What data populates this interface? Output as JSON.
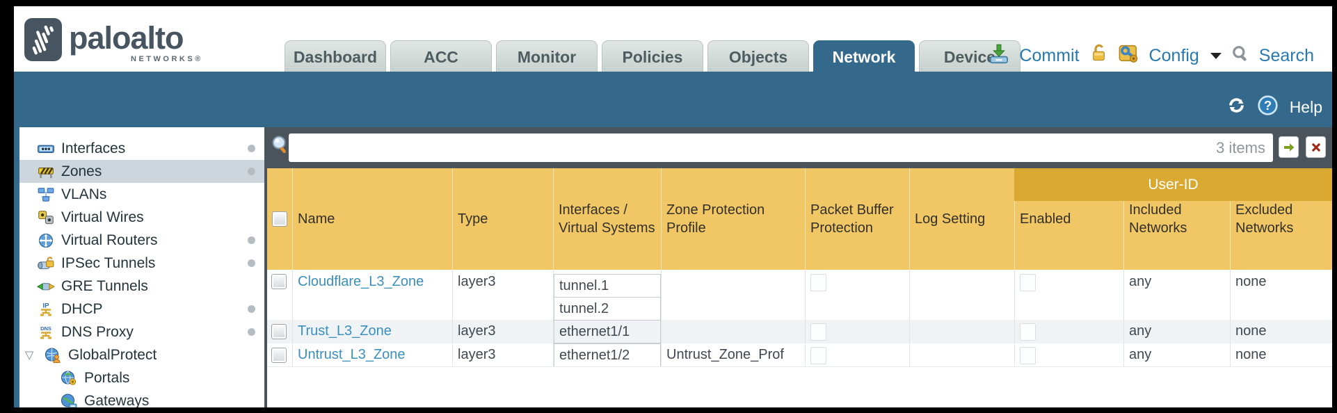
{
  "brand": {
    "logo_text": "paloalto",
    "logo_sub": "NETWORKS®"
  },
  "tabs": [
    {
      "label": "Dashboard",
      "active": false
    },
    {
      "label": "ACC",
      "active": false
    },
    {
      "label": "Monitor",
      "active": false
    },
    {
      "label": "Policies",
      "active": false
    },
    {
      "label": "Objects",
      "active": false
    },
    {
      "label": "Network",
      "active": true
    },
    {
      "label": "Device",
      "active": false
    }
  ],
  "header_actions": {
    "commit": "Commit",
    "config": "Config",
    "search": "Search"
  },
  "band": {
    "help": "Help"
  },
  "filter_bar": {
    "value": "",
    "items_count": "3 items"
  },
  "sidebar": [
    {
      "label": "Interfaces",
      "icon": "interfaces-icon",
      "dot": true
    },
    {
      "label": "Zones",
      "icon": "zones-icon",
      "dot": true,
      "selected": true
    },
    {
      "label": "VLANs",
      "icon": "vlans-icon"
    },
    {
      "label": "Virtual Wires",
      "icon": "virtual-wires-icon"
    },
    {
      "label": "Virtual Routers",
      "icon": "virtual-routers-icon",
      "dot": true
    },
    {
      "label": "IPSec Tunnels",
      "icon": "ipsec-tunnels-icon",
      "dot": true
    },
    {
      "label": "GRE Tunnels",
      "icon": "gre-tunnels-icon"
    },
    {
      "label": "DHCP",
      "icon": "dhcp-icon",
      "dot": true
    },
    {
      "label": "DNS Proxy",
      "icon": "dns-proxy-icon",
      "dot": true
    },
    {
      "label": "GlobalProtect",
      "icon": "globalprotect-icon",
      "caret": true
    },
    {
      "label": "Portals",
      "icon": "portals-icon",
      "indent": true
    },
    {
      "label": "Gateways",
      "icon": "gateways-icon",
      "indent": true
    }
  ],
  "table": {
    "group_header": "User-ID",
    "columns": [
      "Name",
      "Type",
      "Interfaces / Virtual Systems",
      "Zone Protection Profile",
      "Packet Buffer Protection",
      "Log Setting",
      "Enabled",
      "Included Networks",
      "Excluded Networks"
    ],
    "rows": [
      {
        "name": "Cloudflare_L3_Zone",
        "type": "layer3",
        "interfaces": [
          "tunnel.1",
          "tunnel.2"
        ],
        "zone_protection_profile": "",
        "log_setting": "",
        "included_networks": "any",
        "excluded_networks": "none"
      },
      {
        "name": "Trust_L3_Zone",
        "type": "layer3",
        "interfaces": [
          "ethernet1/1"
        ],
        "zone_protection_profile": "",
        "log_setting": "",
        "included_networks": "any",
        "excluded_networks": "none"
      },
      {
        "name": "Untrust_L3_Zone",
        "type": "layer3",
        "interfaces": [
          "ethernet1/2"
        ],
        "zone_protection_profile": "Untrust_Zone_Prof",
        "log_setting": "",
        "included_networks": "any",
        "excluded_networks": "none"
      }
    ]
  },
  "colors": {
    "teal": "#35698b",
    "dark_strip": "#4b545b",
    "table_header_gold": "#f1c765",
    "user_id_gold": "#d9a931",
    "link_blue": "#3a8fbd",
    "selected_item_bg": "#ccd6dc"
  }
}
